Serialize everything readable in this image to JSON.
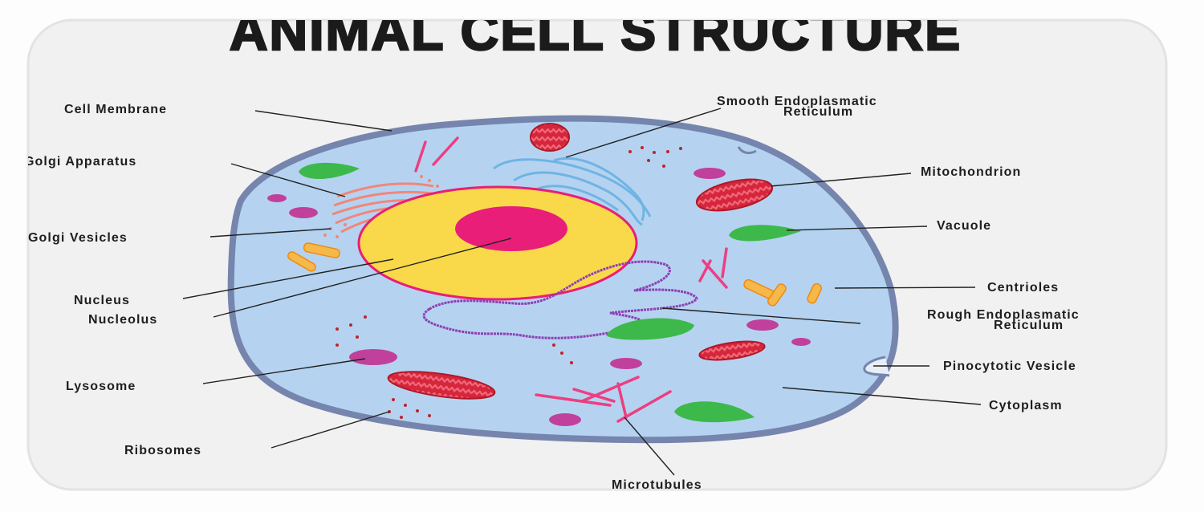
{
  "title": "ANIMAL CELL STRUCTURE",
  "colors": {
    "membrane": "#7585ad",
    "cytoplasm": "#a9cdef",
    "nucleus": "#f9d94a",
    "nucleolus": "#e91e78",
    "mitochondrion": "#d6263c",
    "vacuole": "#3cb94a",
    "lysosome": "#c0409c",
    "centrioles": "#f5a623",
    "smooth_er": "#6fb4e4",
    "rough_er": "#8d3fb5",
    "golgi": "#f0877a"
  },
  "labels": {
    "cell_membrane": "Cell Membrane",
    "golgi_apparatus": "Golgi Apparatus",
    "golgi_vesicles": "Golgi Vesicles",
    "nucleus": "Nucleus",
    "nucleolus": "Nucleolus",
    "lysosome": "Lysosome",
    "ribosomes": "Ribosomes",
    "microtubules": "Microtubules",
    "smooth_er_1": "Smooth Endoplasmatic",
    "smooth_er_2": "Reticulum",
    "mitochondrion": "Mitochondrion",
    "vacuole": "Vacuole",
    "centrioles": "Centrioles",
    "rough_er_1": "Rough Endoplasmatic",
    "rough_er_2": "Reticulum",
    "pinocytotic_vesicle": "Pinocytotic Vesicle",
    "cytoplasm": "Cytoplasm"
  }
}
